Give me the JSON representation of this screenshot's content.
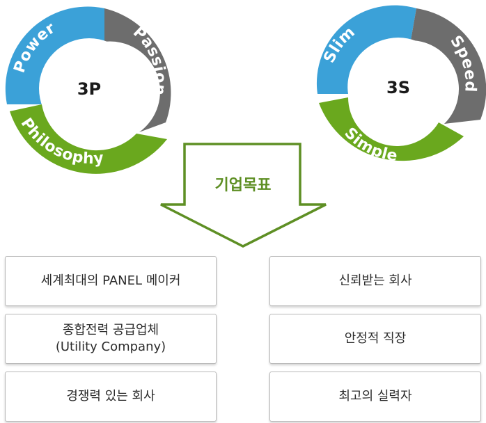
{
  "rings": [
    {
      "center": "3P",
      "segments": [
        {
          "label": "Power",
          "color": "#3ba1d8"
        },
        {
          "label": "Passion",
          "color": "#6d6d6d"
        },
        {
          "label": "Philosophy",
          "color": "#6aa81e"
        }
      ]
    },
    {
      "center": "3S",
      "segments": [
        {
          "label": "Slim",
          "color": "#3ba1d8"
        },
        {
          "label": "Speed",
          "color": "#6d6d6d"
        },
        {
          "label": "Simple",
          "color": "#6aa81e"
        }
      ]
    }
  ],
  "goal": {
    "label": "기업목표",
    "color": "#5e8f24"
  },
  "left_boxes": [
    {
      "lines": [
        "세계최대의 PANEL 메이커"
      ]
    },
    {
      "lines": [
        "종합전력 공급업체",
        "(Utility Company)"
      ]
    },
    {
      "lines": [
        "경쟁력 있는 회사"
      ]
    }
  ],
  "right_boxes": [
    {
      "lines": [
        "신뢰받는 회사"
      ]
    },
    {
      "lines": [
        "안정적 직장"
      ]
    },
    {
      "lines": [
        "최고의 실력자"
      ]
    }
  ]
}
